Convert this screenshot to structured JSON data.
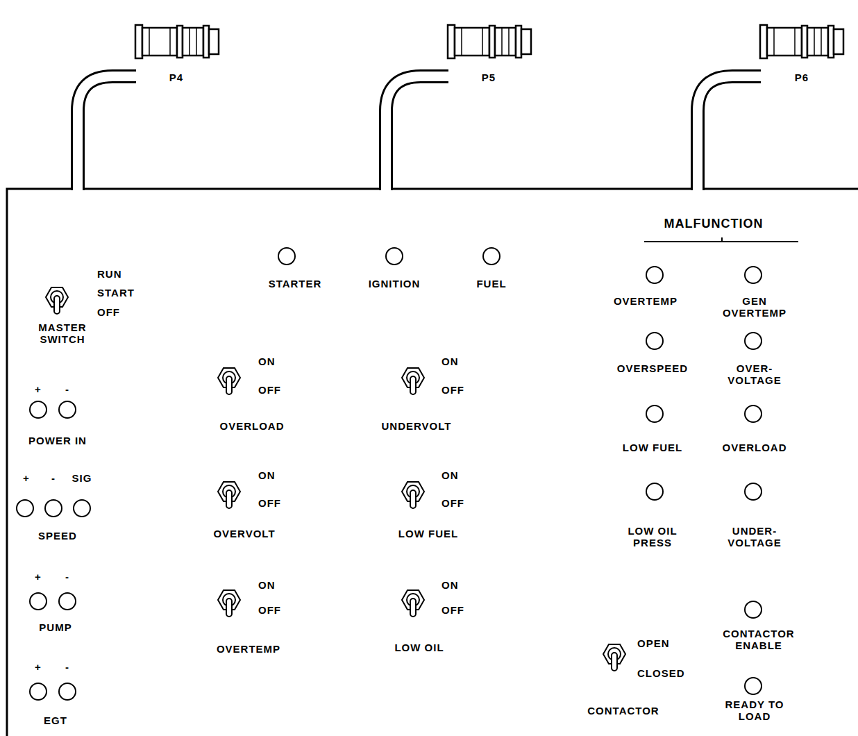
{
  "diagram": {
    "labels": [
      "P4",
      "P5",
      "P6",
      "MALFUNCTION",
      "STARTER",
      "IGNITION",
      "FUEL",
      "OVERTEMP",
      "GEN OVERTEMP",
      "RUN",
      "START",
      "OFF",
      "MASTER SWITCH",
      "OVERSPEED",
      "OVER- VOLTAGE",
      "ON",
      "OFF",
      "OVERLOAD",
      "ON",
      "OFF",
      "UNDERVOLT",
      "+",
      "-",
      "POWER IN",
      "LOW FUEL",
      "OVERLOAD",
      "+",
      "-",
      "SIG",
      "SPEED",
      "ON",
      "OFF",
      "OVERVOLT",
      "ON",
      "OFF",
      "LOW FUEL",
      "LOW OIL PRESS",
      "UNDER- VOLTAGE",
      "+",
      "-",
      "PUMP",
      "ON",
      "OFF",
      "OVERTEMP",
      "ON",
      "OFF",
      "LOW OIL",
      "CONTACTOR ENABLE",
      "OPEN",
      "CLOSED",
      "CONTACTOR",
      "READY TO LOAD",
      "+",
      "-",
      "EGT"
    ]
  }
}
